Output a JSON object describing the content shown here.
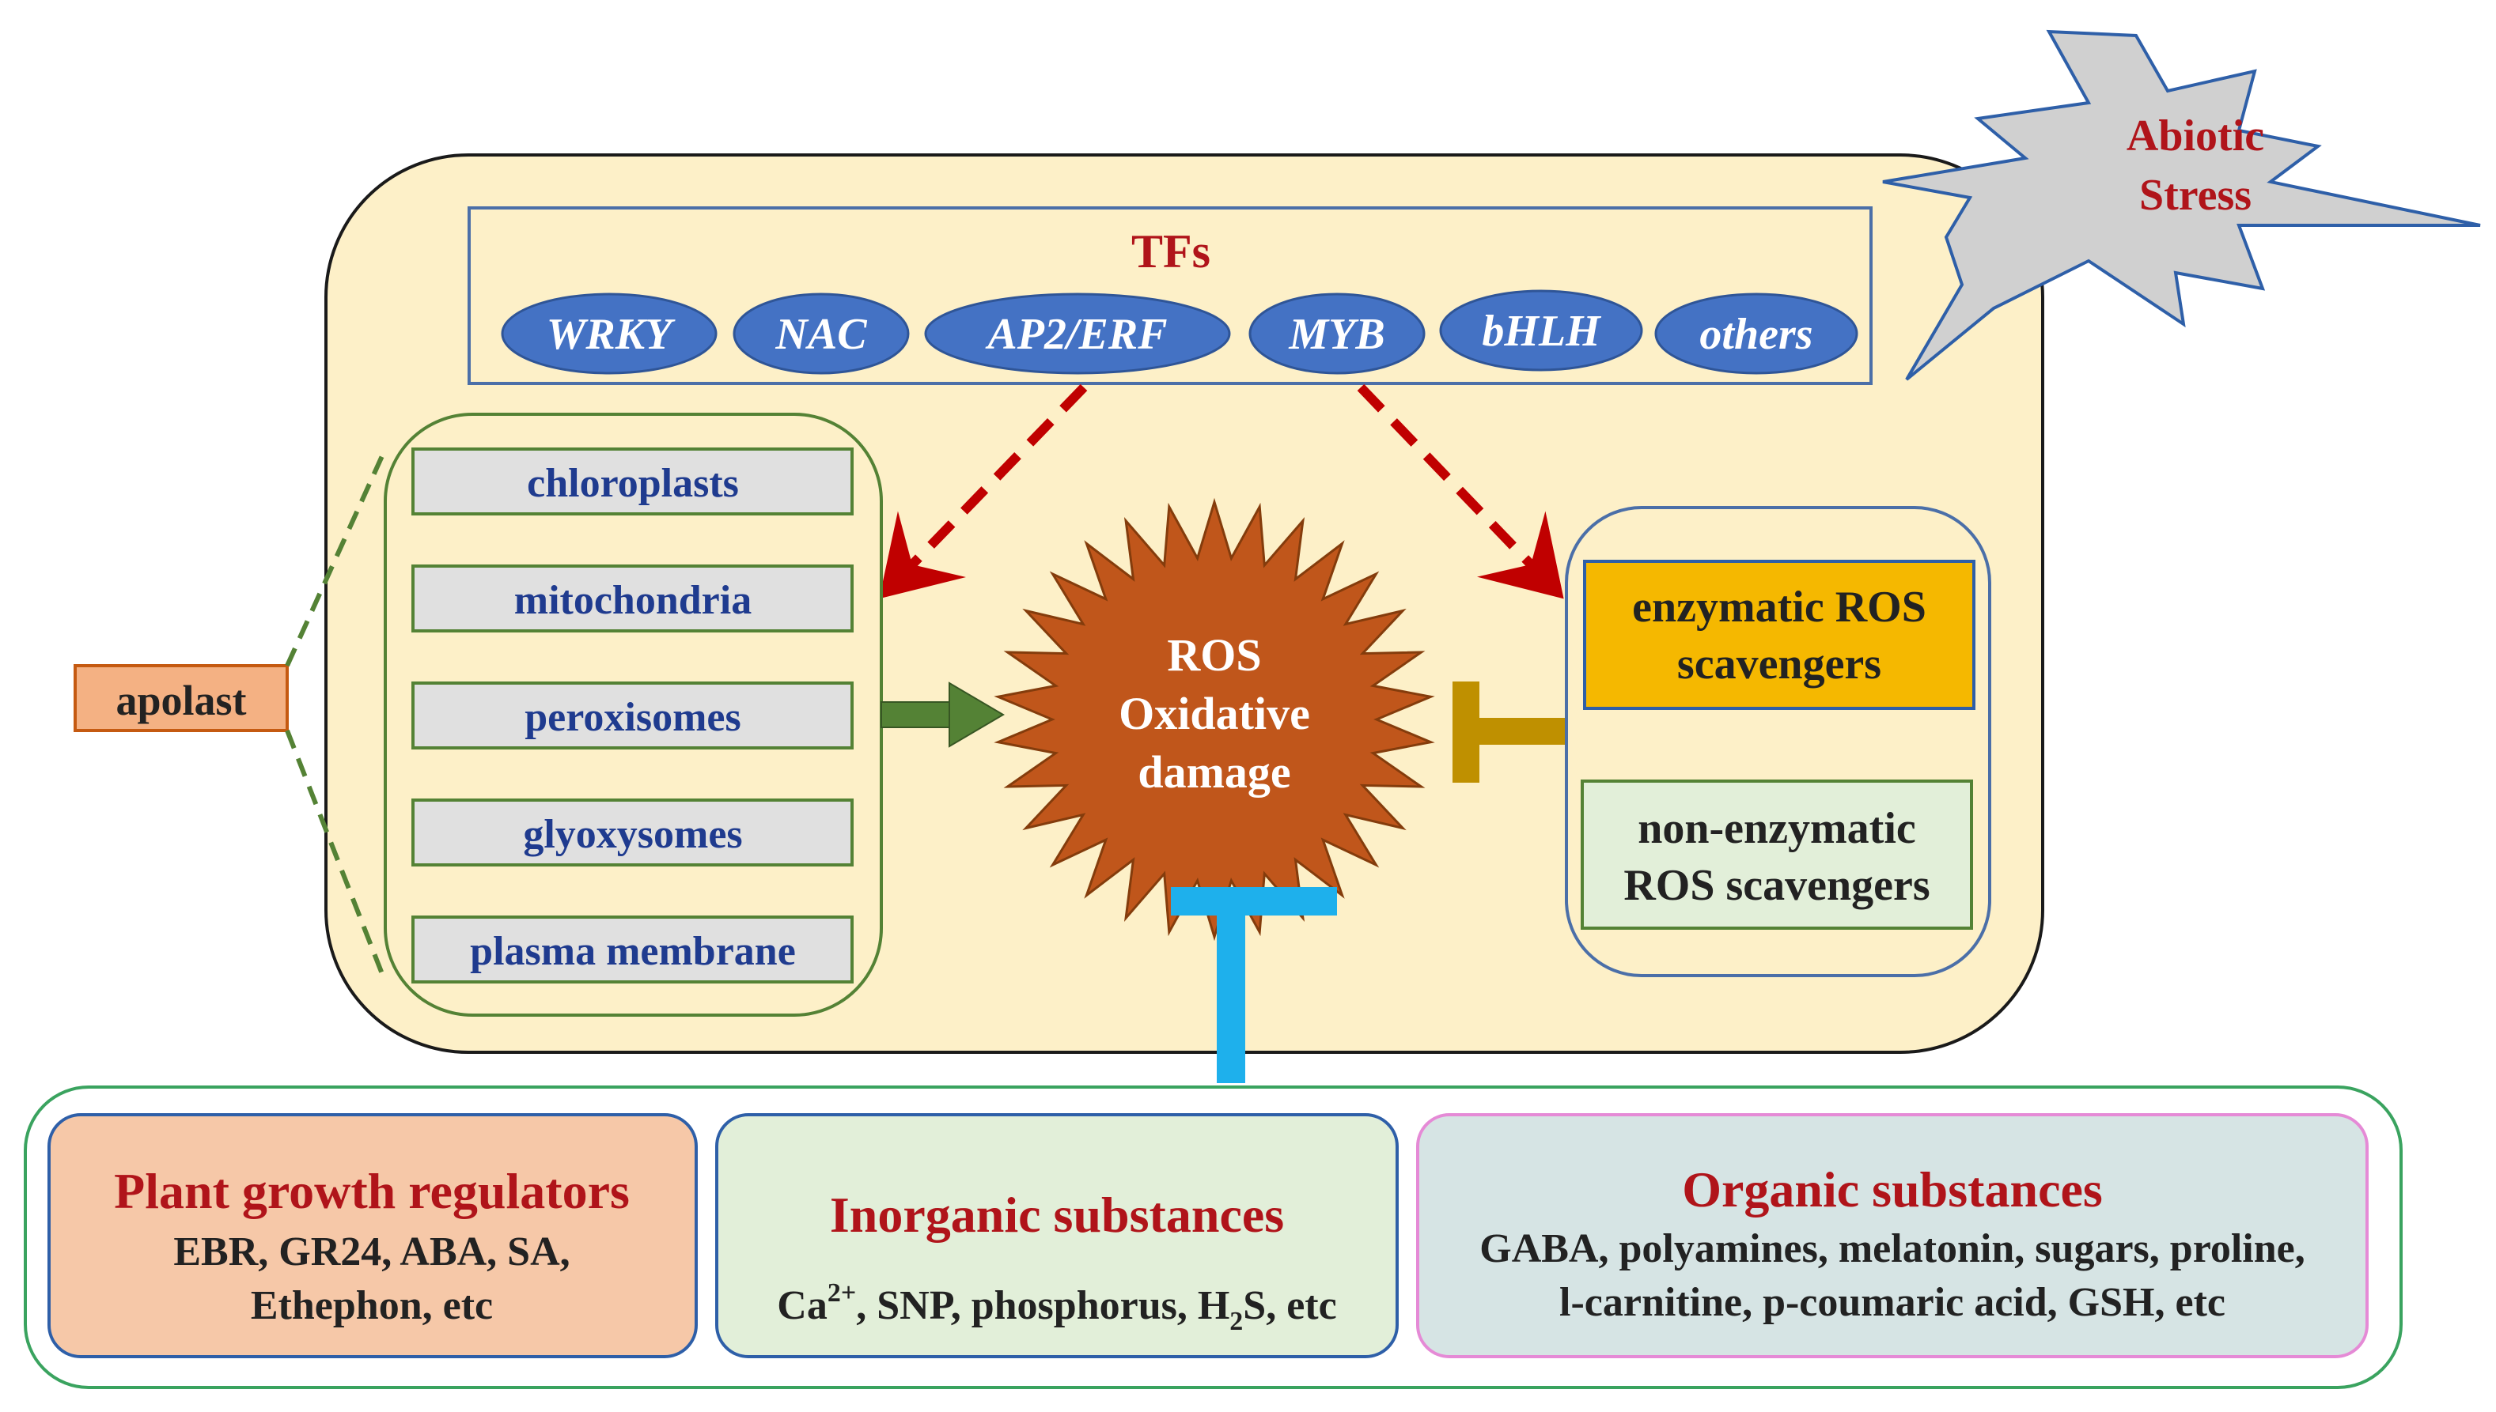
{
  "stress": {
    "line1": "Abiotic",
    "line2": "Stress"
  },
  "tfs": {
    "title": "TFs",
    "items": [
      "WRKY",
      "NAC",
      "AP2/ERF",
      "MYB",
      "bHLH",
      "others"
    ]
  },
  "apolast": "apolast",
  "organelles": [
    "chloroplasts",
    "mitochondria",
    "peroxisomes",
    "glyoxysomes",
    "plasma membrane"
  ],
  "ros": {
    "line1": "ROS",
    "line2": "Oxidative",
    "line3": "damage"
  },
  "scavengers": {
    "enzymatic": {
      "line1": "enzymatic ROS",
      "line2": "scavengers"
    },
    "non_enzymatic": {
      "line1": "non-enzymatic",
      "line2": "ROS scavengers"
    }
  },
  "panels": {
    "growth": {
      "title": "Plant growth regulators",
      "line1": "EBR, GR24, ABA, SA,",
      "line2": "Ethephon, etc"
    },
    "inorganic": {
      "title": "Inorganic substances",
      "ca": "Ca",
      "ca_sup": "2+",
      "mid": ", SNP, phosphorus, H",
      "h2s_sub": "2",
      "end": "S, etc"
    },
    "organic": {
      "title": "Organic substances",
      "line1": "GABA, polyamines, melatonin, sugars, proline,",
      "line2": "l-carnitine, p-coumaric acid, GSH, etc"
    }
  },
  "colors": {
    "cell_fill": "#fdf0c8",
    "tf_oval": "#4472c4",
    "ros_star": "#c0561b",
    "enzymatic_fill": "#f5b800",
    "growth_fill": "#f6c8a8",
    "inorganic_fill": "#e2efd9",
    "organic_fill": "#d6e4e4",
    "cyan_inhibitor": "#1eb0ec",
    "gold_inhibitor": "#bf9000",
    "green_arrow": "#548235",
    "red_arrow": "#c00000"
  }
}
